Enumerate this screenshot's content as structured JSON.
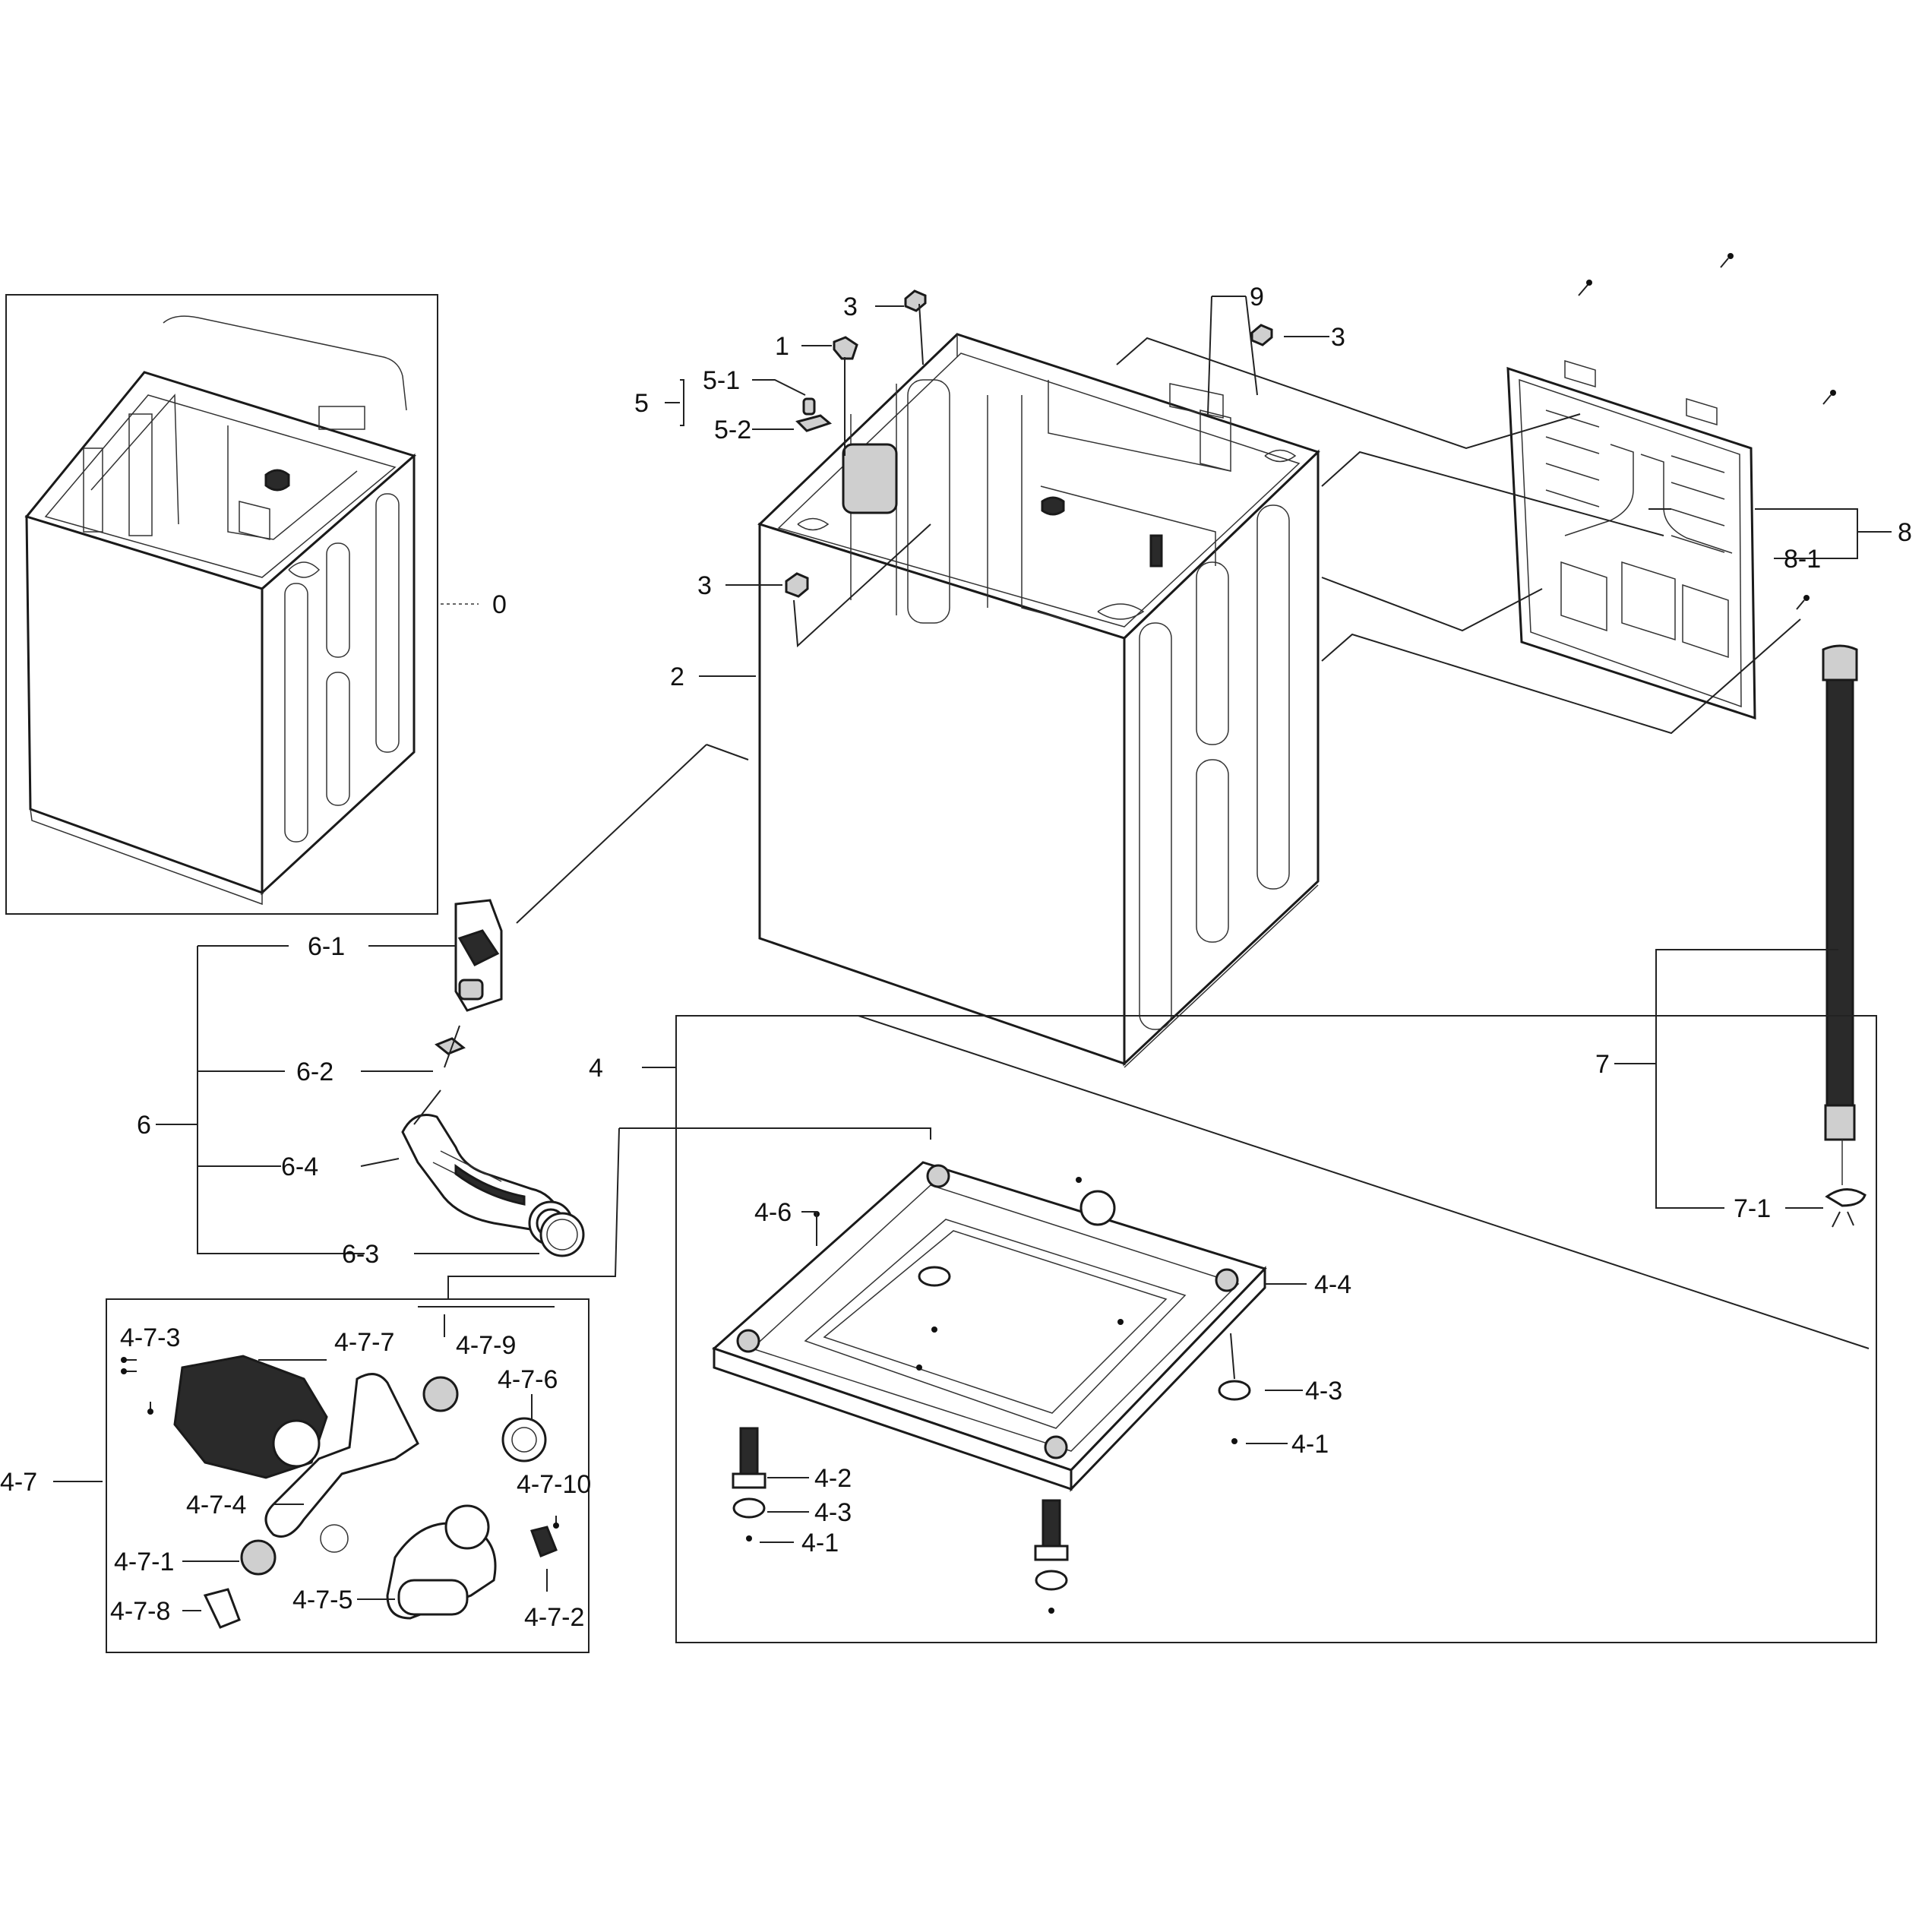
{
  "labels": {
    "l0": "0",
    "l1": "1",
    "l2": "2",
    "l3a": "3",
    "l3b": "3",
    "l3c": "3",
    "l4": "4",
    "l4_1a": "4-1",
    "l4_1b": "4-1",
    "l4_2": "4-2",
    "l4_3a": "4-3",
    "l4_3b": "4-3",
    "l4_4": "4-4",
    "l4_6": "4-6",
    "l4_7": "4-7",
    "l4_7_1": "4-7-1",
    "l4_7_2": "4-7-2",
    "l4_7_3": "4-7-3",
    "l4_7_4": "4-7-4",
    "l4_7_5": "4-7-5",
    "l4_7_6": "4-7-6",
    "l4_7_7": "4-7-7",
    "l4_7_8": "4-7-8",
    "l4_7_9": "4-7-9",
    "l4_7_10": "4-7-10",
    "l5": "5",
    "l5_1": "5-1",
    "l5_2": "5-2",
    "l6": "6",
    "l6_1": "6-1",
    "l6_2": "6-2",
    "l6_3": "6-3",
    "l6_4": "6-4",
    "l7": "7",
    "l7_1": "7-1",
    "l8": "8",
    "l8_1": "8-1",
    "l9": "9"
  }
}
